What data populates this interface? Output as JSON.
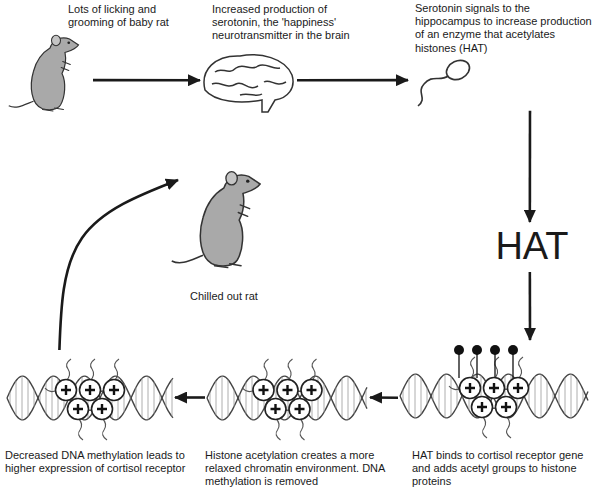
{
  "diagram": {
    "nodes": [
      {
        "text": [
          "Lots of licking and grooming of baby rat"
        ]
      },
      {
        "text": [
          "Increased production of serotonin, the 'happiness' neurotransmitter in the brain"
        ]
      },
      {
        "text": [
          "Serotonin signals to the hippocampus to increase production of an enzyme that acetylates histones (HAT)"
        ]
      },
      {
        "text": [
          "HAT"
        ]
      },
      {
        "text": [
          "HAT binds to cortisol receptor gene and adds acetyl groups to histone proteins"
        ]
      },
      {
        "text": [
          "Histone acetylation creates a more relaxed chromatin environment. DNA methylation is removed"
        ]
      },
      {
        "text": [
          "Decreased DNA methylation leads to higher expression of cortisol receptor"
        ]
      },
      {
        "text": [
          "Chilled out rat"
        ]
      }
    ],
    "edges": [
      {
        "from": 0,
        "to": 1,
        "arrow": "to"
      },
      {
        "from": 1,
        "to": 2,
        "arrow": "to"
      },
      {
        "from": 2,
        "to": 3,
        "arrow": "to"
      },
      {
        "from": 3,
        "to": 4,
        "arrow": "to"
      },
      {
        "from": 4,
        "to": 5,
        "arrow": "to"
      },
      {
        "from": 5,
        "to": 6,
        "arrow": "to"
      },
      {
        "from": 6,
        "to": 7,
        "arrow": "to"
      }
    ]
  }
}
